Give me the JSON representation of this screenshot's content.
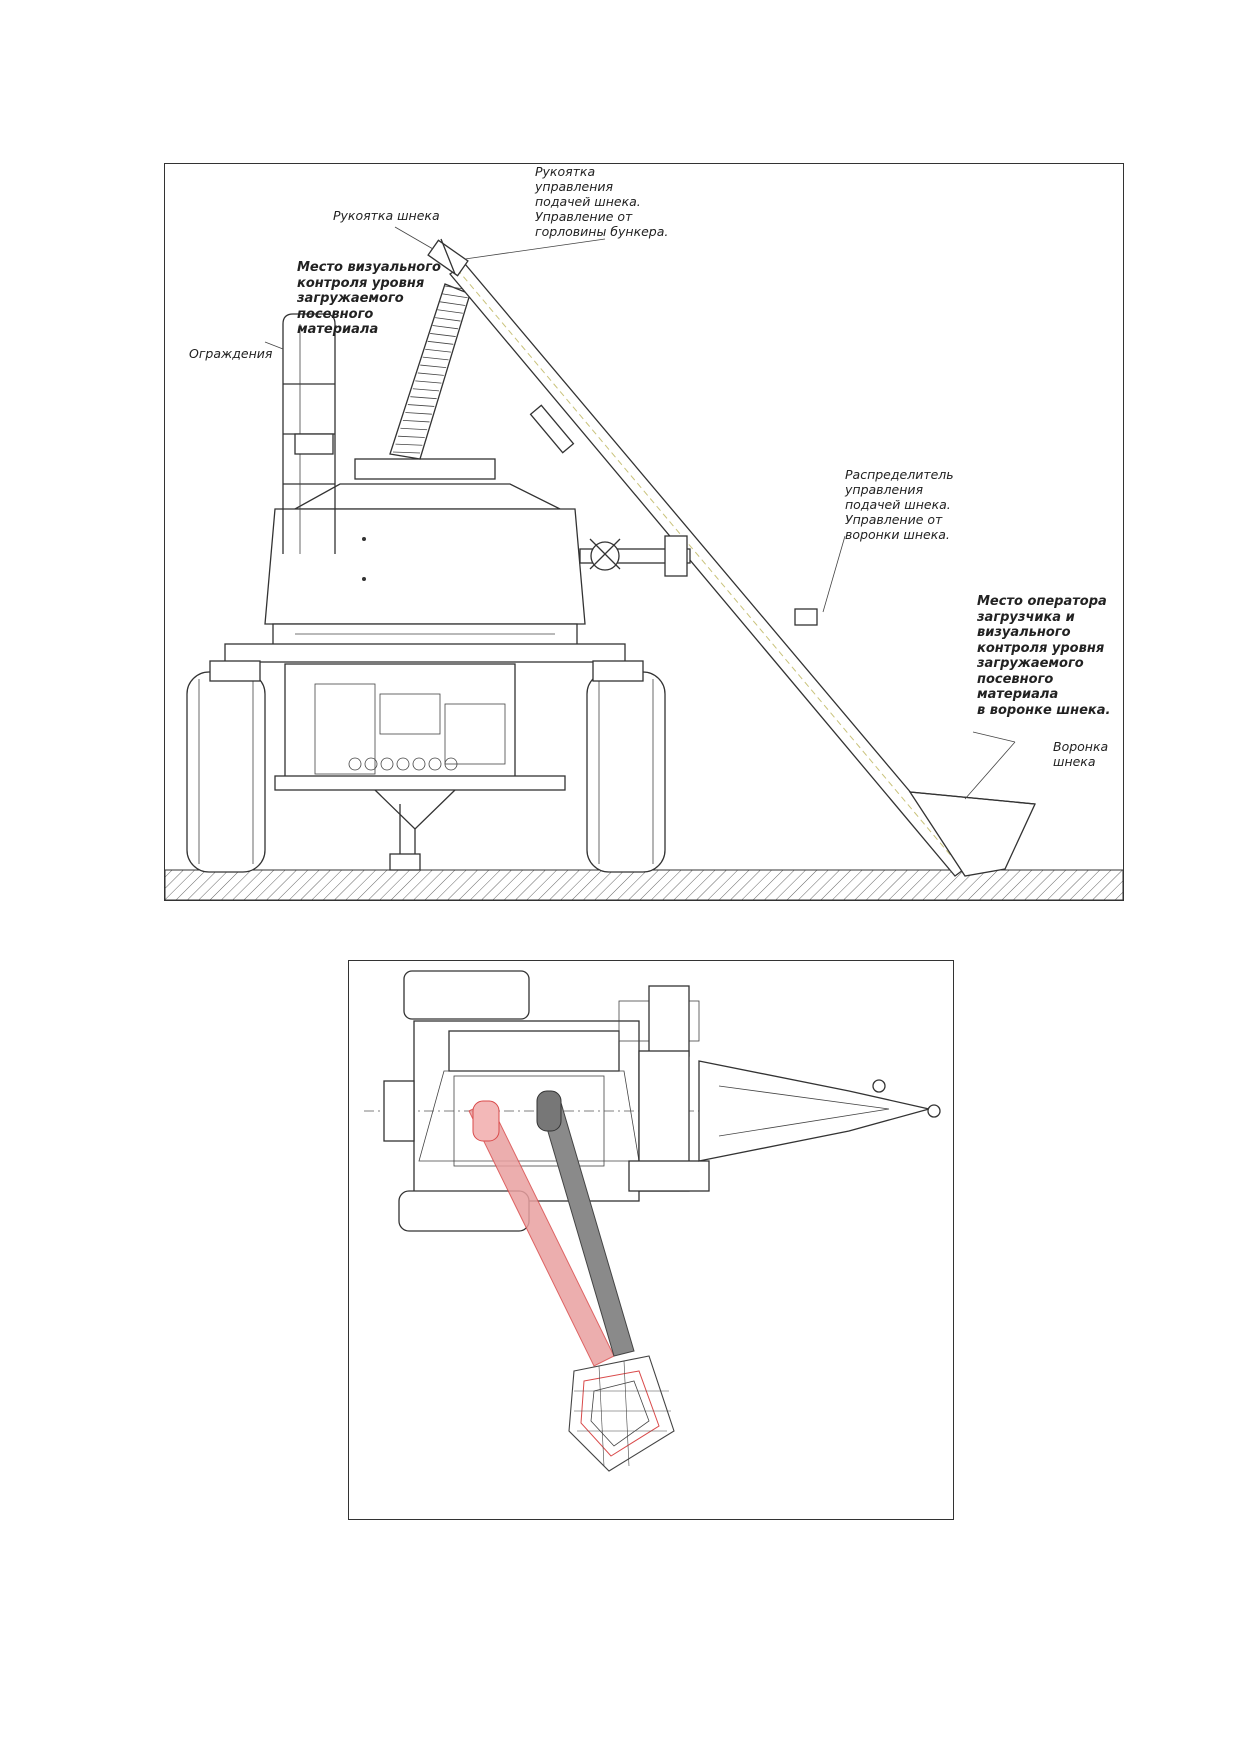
{
  "labels": {
    "auger_handle": "Рукоятка шнека",
    "auger_feed_handle": "Рукоятка\nуправления\nподачей шнека.\nУправление от\nгорловины бункера.",
    "visual_control": "Место визуального\nконтроля уровня\nзагружаемого\nпосевного материала",
    "guards": "Ограждения",
    "distributor": "Распределитель\nуправления\nподачей шнека.\nУправление от\nворонки шнека.",
    "operator_place": "Место оператора\nзагрузчика и\nвизуального\nконтроля уровня\nзагружаемого\nпосевного материала\nв воронке шнека.",
    "auger_hopper": "Воронка\nшнека"
  },
  "colors": {
    "line": "#333333",
    "red_auger": "#d94a4a",
    "dark_auger": "#555555",
    "ground_hatch": "#666666"
  }
}
